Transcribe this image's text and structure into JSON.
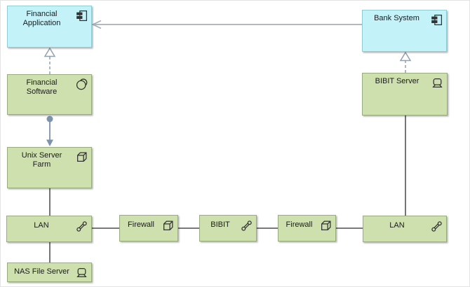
{
  "diagram": {
    "kind": "archimate-view",
    "colors": {
      "canvas_bg": "#ffffff",
      "application_fill": "#c4f2f9",
      "application_border": "#8fcdd6",
      "technology_fill": "#cde0ae",
      "technology_border": "#97ad7c",
      "tech_line": "#666666",
      "flow_line": "#a4b1bc",
      "assignment_line": "#7d93ab",
      "realization_line": "#93a1ad",
      "icon_stroke": "#333333",
      "text": "#1b1b1b"
    }
  },
  "nodes": [
    {
      "id": "financial-application",
      "label": "Financial\nApplication",
      "type": "application-component",
      "icon": "component-icon",
      "layer": "application"
    },
    {
      "id": "bank-system",
      "label": "Bank System",
      "type": "application-component",
      "icon": "component-icon",
      "layer": "application"
    },
    {
      "id": "financial-software",
      "label": "Financial\nSoftware",
      "type": "system-software",
      "icon": "system-software-icon",
      "layer": "technology"
    },
    {
      "id": "bibit-server",
      "label": "BIBIT Server",
      "type": "device",
      "icon": "device-icon",
      "layer": "technology"
    },
    {
      "id": "unix-server-farm",
      "label": "Unix Server\nFarm",
      "type": "node",
      "icon": "node-cube-icon",
      "layer": "technology"
    },
    {
      "id": "lan-left",
      "label": "LAN",
      "type": "communication-network",
      "icon": "network-icon",
      "layer": "technology"
    },
    {
      "id": "firewall-left",
      "label": "Firewall",
      "type": "node",
      "icon": "node-cube-icon",
      "layer": "technology"
    },
    {
      "id": "bibit",
      "label": "BIBIT",
      "type": "communication-network",
      "icon": "network-icon",
      "layer": "technology"
    },
    {
      "id": "firewall-right",
      "label": "Firewall",
      "type": "node",
      "icon": "node-cube-icon",
      "layer": "technology"
    },
    {
      "id": "lan-right",
      "label": "LAN",
      "type": "communication-network",
      "icon": "network-icon",
      "layer": "technology"
    },
    {
      "id": "nas-file-server",
      "label": "NAS File Server",
      "type": "device",
      "icon": "device-icon",
      "layer": "technology"
    }
  ],
  "relationships": [
    {
      "type": "serving-arrow",
      "from": "bank-system",
      "to": "financial-application"
    },
    {
      "type": "realization",
      "from": "financial-software",
      "to": "financial-application"
    },
    {
      "type": "realization",
      "from": "bibit-server",
      "to": "bank-system"
    },
    {
      "type": "assignment",
      "from": "financial-software",
      "to": "unix-server-farm"
    },
    {
      "type": "association",
      "from": "unix-server-farm",
      "to": "lan-left"
    },
    {
      "type": "association",
      "from": "lan-left",
      "to": "nas-file-server"
    },
    {
      "type": "association",
      "from": "lan-left",
      "to": "firewall-left"
    },
    {
      "type": "association",
      "from": "firewall-left",
      "to": "bibit"
    },
    {
      "type": "association",
      "from": "bibit",
      "to": "firewall-right"
    },
    {
      "type": "association",
      "from": "firewall-right",
      "to": "lan-right"
    },
    {
      "type": "association",
      "from": "lan-right",
      "to": "bibit-server"
    }
  ]
}
